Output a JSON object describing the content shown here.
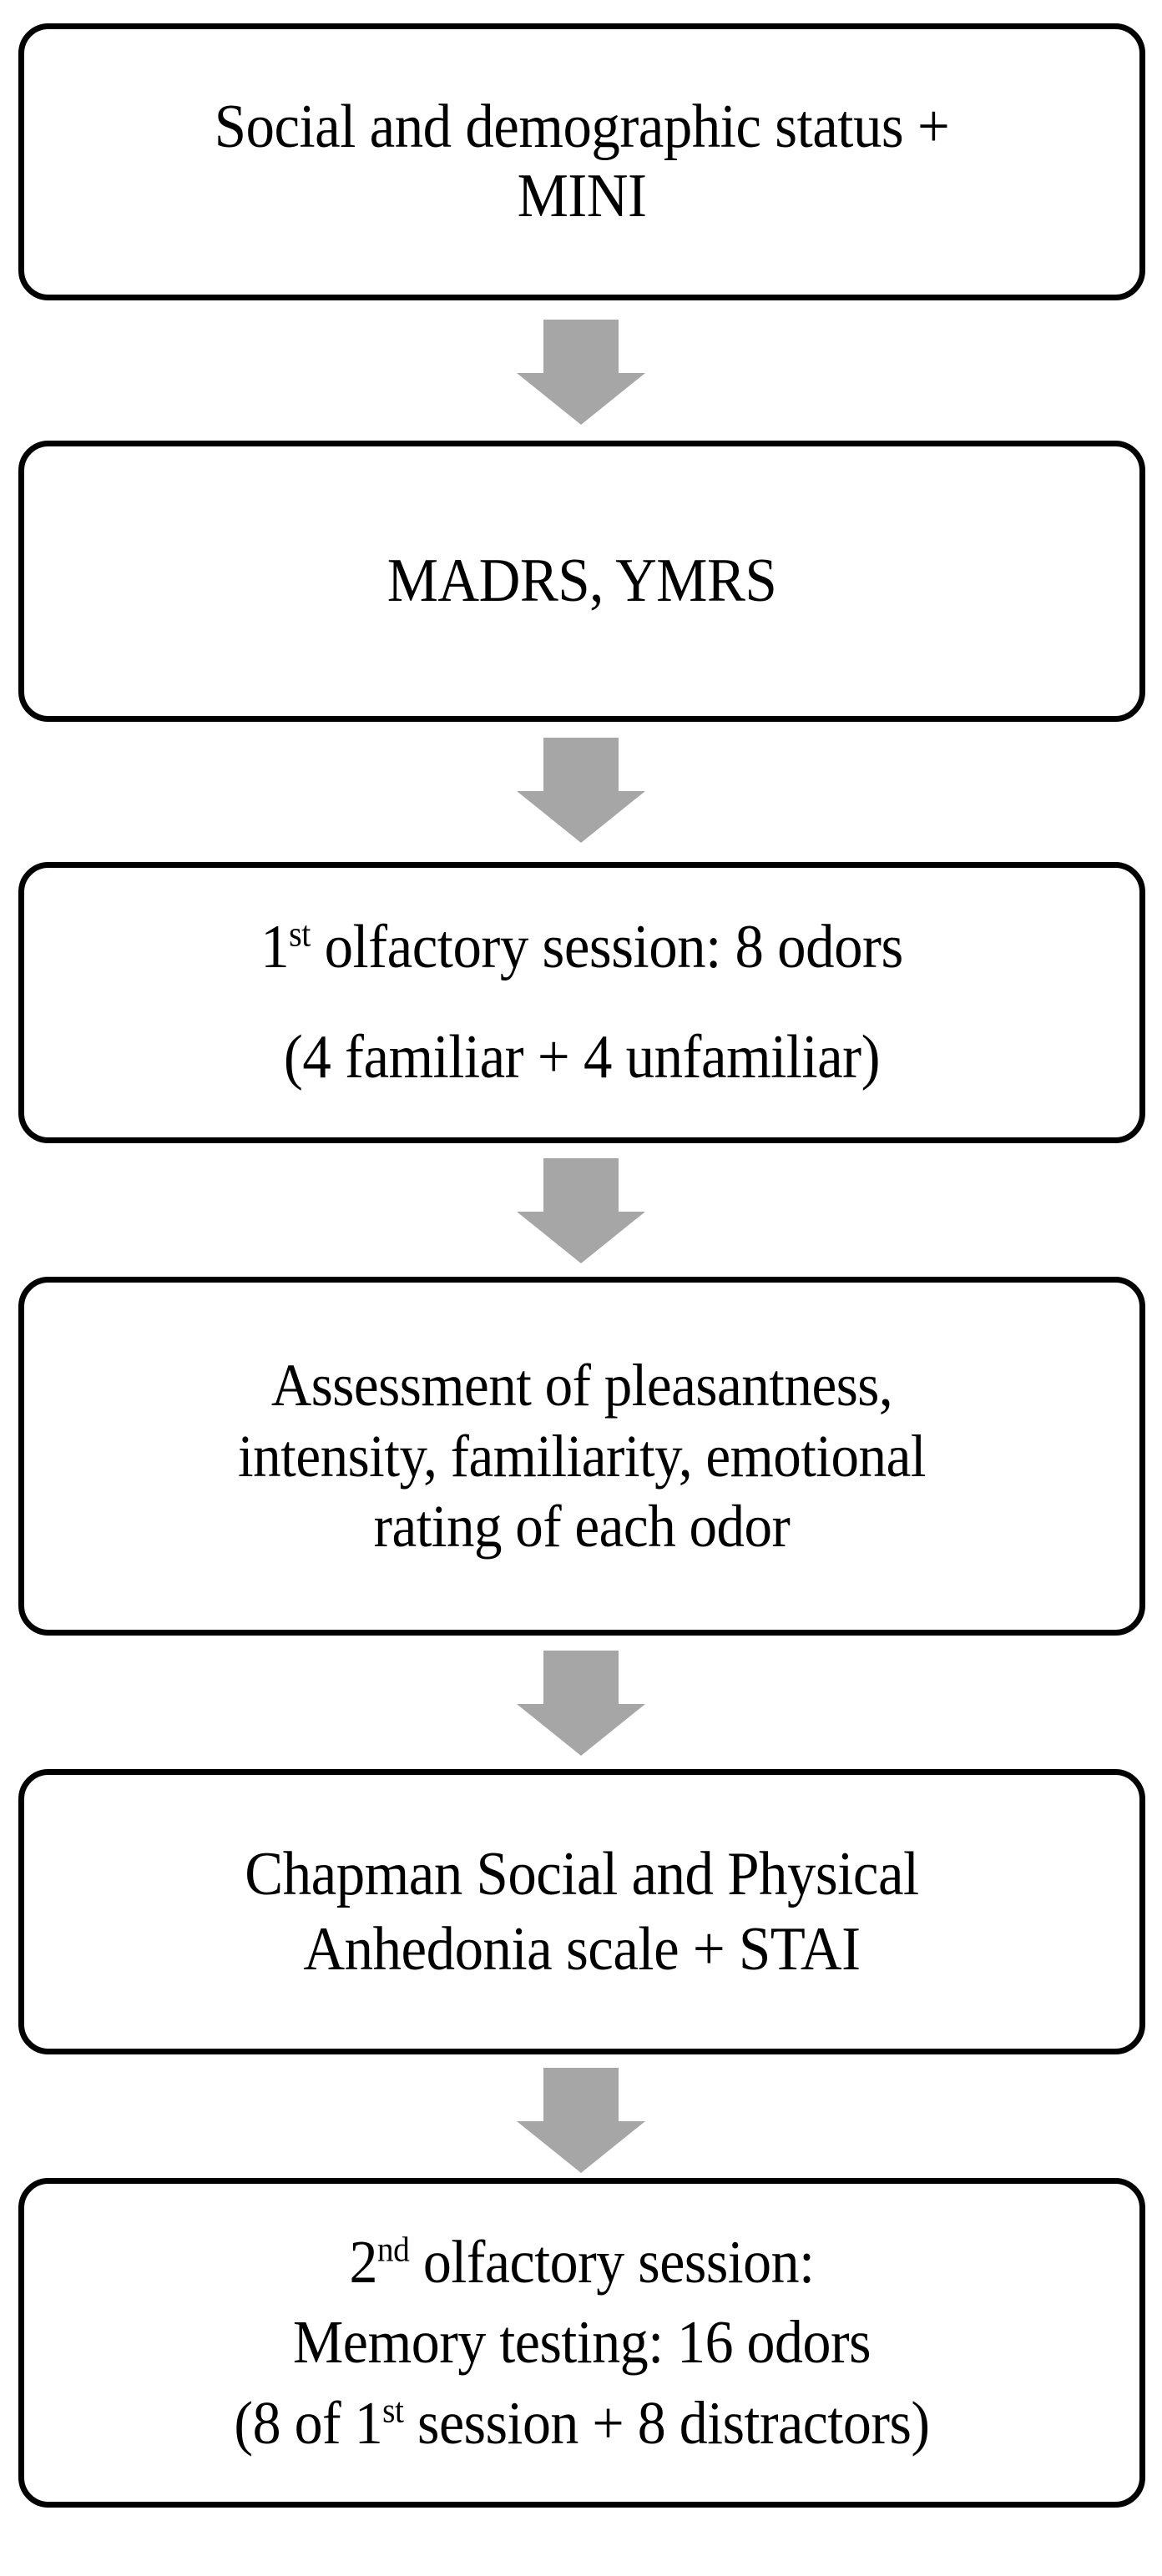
{
  "figure": {
    "type": "flowchart",
    "orientation": "vertical",
    "node_count": 6,
    "arrow_count": 5,
    "colors": {
      "box_border": "#000000",
      "box_fill": "#FFFFFF",
      "text": "#000000",
      "arrow": "#A6A6A6",
      "background": "#FFFFFF"
    }
  },
  "nodes": [
    {
      "id": "node-1",
      "name": "social-demographic-mini",
      "lines": [
        {
          "pre": "Social and demographic status +",
          "sup": "",
          "post": ""
        },
        {
          "pre": "MINI",
          "sup": "",
          "post": ""
        }
      ]
    },
    {
      "id": "node-2",
      "name": "madrs-ymrs",
      "lines": [
        {
          "pre": "MADRS, YMRS",
          "sup": "",
          "post": ""
        }
      ]
    },
    {
      "id": "node-3",
      "name": "first-olfactory-session",
      "lines": [
        {
          "pre": "1",
          "sup": "st",
          "post": " olfactory session: 8 odors"
        },
        {
          "pre": "(4 familiar + 4 unfamiliar)",
          "sup": "",
          "post": ""
        }
      ]
    },
    {
      "id": "node-4",
      "name": "odor-assessment",
      "lines": [
        {
          "pre": "Assessment of pleasantness,",
          "sup": "",
          "post": ""
        },
        {
          "pre": "intensity, familiarity, emotional",
          "sup": "",
          "post": ""
        },
        {
          "pre": "rating of each odor",
          "sup": "",
          "post": ""
        }
      ]
    },
    {
      "id": "node-5",
      "name": "chapman-anhedonia-stai",
      "lines": [
        {
          "pre": "Chapman Social and Physical",
          "sup": "",
          "post": ""
        },
        {
          "pre": "Anhedonia scale + STAI",
          "sup": "",
          "post": ""
        }
      ]
    },
    {
      "id": "node-6",
      "name": "second-olfactory-session",
      "lines": [
        {
          "pre": "2",
          "sup": "nd",
          "post": " olfactory session:"
        },
        {
          "pre": "Memory testing: 16 odors",
          "sup": "",
          "post": ""
        },
        {
          "pre": "(8 of 1",
          "sup": "st",
          "post": " session + 8 distractors)"
        }
      ]
    }
  ],
  "arrows": [
    {
      "id": "arrow-1",
      "name": "arrow-node1-to-node2",
      "direction": "down"
    },
    {
      "id": "arrow-2",
      "name": "arrow-node2-to-node3",
      "direction": "down"
    },
    {
      "id": "arrow-3",
      "name": "arrow-node3-to-node4",
      "direction": "down"
    },
    {
      "id": "arrow-4",
      "name": "arrow-node4-to-node5",
      "direction": "down"
    },
    {
      "id": "arrow-5",
      "name": "arrow-node5-to-node6",
      "direction": "down"
    }
  ]
}
